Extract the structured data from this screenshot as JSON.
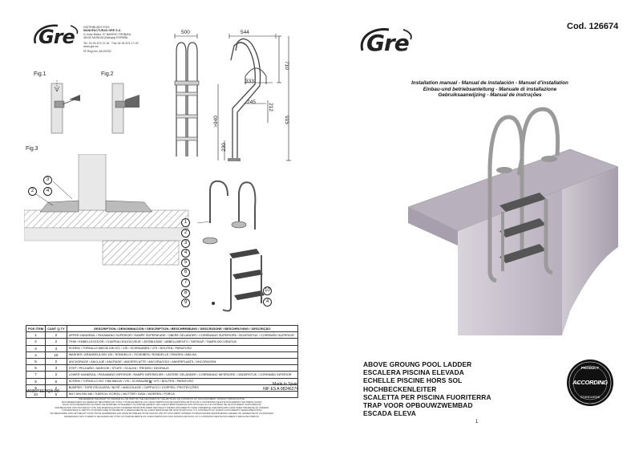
{
  "left": {
    "logo_text": "Gre",
    "company": {
      "line1": "DISTRIBUIDO POR:",
      "line2": "MANUFACTURAS GRE S.A.",
      "line3": "C/ Aritz Bidea, 57 BARRIO TROBIKA",
      "line4": "48100 MUNGIA (Bizkaia) ESPAÑA",
      "line5": "Tel. 34 94 674 11 16 · Fax 34 94 674 17 09",
      "line6": "www.gre.es",
      "line7": "Nº Reg.Ind. 48-04752"
    },
    "fig1": "Fig.1",
    "fig2": "Fig.2",
    "fig3": "Fig.3",
    "dimensions": {
      "d500": "500",
      "d544": "544",
      "d710": "710",
      "d333": "333",
      "d245": "245",
      "d212": "212",
      "d940": ">940",
      "d915": "915",
      "d230": "230"
    },
    "table_headers": {
      "pos": "POS ITEM",
      "qty": "CANT Q.TY",
      "desc": "DESCRIPTION / DENOMINACIÓN / DESCRIPTION / BESCHREIBUNG / DESCRIZIONE / BESCHRIJVING / DESCRIÇÃO"
    },
    "parts": [
      {
        "pos": "1",
        "qty": "2",
        "desc": "UPPER HANDRAIL / PASAMANO SUPERIOR / RAMPE SUPERIEURE / OBERE GELÄNDER / CORRIMANO SUPERIORE / BOVENSTUK / CORRIMÃO SUPERIOR"
      },
      {
        "pos": "2",
        "qty": "2",
        "desc": "TRIM / EMBELLECEDOR / CHAPEAU ENJOLIVEUR / ZIERBLENDE / ABBELLIMENTO / SIERKAP / TAMPA DECORATIVA"
      },
      {
        "pos": "3",
        "qty": "4",
        "desc": "SCREW / TORNILLO M6X30 DIN 571 / VIS / SCHRAUBEN / VITI / BOUTEN / PARAFUSO"
      },
      {
        "pos": "4",
        "qty": "10",
        "desc": "WASHER / ARANDELA DIN 125 / RONDELLE / SCHEIBEN / RONDELLE / RINGEN / ANILHA"
      },
      {
        "pos": "5",
        "qty": "2",
        "desc": "ANCHORAGE / ANCLAJE / ANCRAGE / ANKERPLATTE / ANCORAGGIO / ANKERPLAATS / ANCORAGEM"
      },
      {
        "pos": "6",
        "qty": "3",
        "desc": "STEP / PELDAÑO / MARCHE / STUFE / SCALINI / TREDEN / DEGRAUS"
      },
      {
        "pos": "7",
        "qty": "2",
        "desc": "LOWER HANDRAIL / PASAMANO INFERIOR / RAMPE INFERIEURE / UNTERE GELÄNDER / CORRIMANO INFERIORE / ONDERSTUK / CORRIMÃO INFERIOR"
      },
      {
        "pos": "8",
        "qty": "6",
        "desc": "SCREW / TORNILLO ISO 7380 M8X40 / VIS / SCHRAUBEN / VITI / BOUTEN / PARAFUSO"
      },
      {
        "pos": "9",
        "qty": "2",
        "desc": "BUMPER / TOPE ESCALERA / BUTÉ / ANSCHLAGE / CAPPUCCI / DOPPEN / PROTECÇÕES"
      },
      {
        "pos": "10",
        "qty": "6",
        "desc": "NUT DIN 934 M8 / TUERCA / ECROU / MUTTER / DADI / MOEREN / PORCA"
      }
    ],
    "doc_code": "M03071E2Q3-00",
    "page_number": "4",
    "made_in": "Made in Spain",
    "nif": "NIF ES A 08246274",
    "disclaimer": [
      "WE RESERVE THE RIGHT TO CHANGE ALL OR PART OF THE FEATURES OF THE ARTICLES OR CONTENTS OF THIS DOCUMENT, WITHOUT PRIOR NOTICE.",
      "NOS RESERVAMOS EL DERECHO DE MODIFICAR TOTAL O PARCIALMENTE LAS CARACTERÍSTICAS DE NUESTROS ARTÍCULOS O CONTENIDO DE ESTE DOCUMENTO SIN PREVIO AVISO.",
      "NOUS NOUS RÉSERVONS LE DROIT DE MODIFIER TOTALEMENT OU PARTIELLEMENT LES CARACTÉRISTIQUES DE NOS ARTICLES OU LE CONTENU DE CE DOCUMENT SANS PRÉAVIS.",
      "WIR BEHALTEN UNS DAS RECHT VOR, DIE EIGENSCHAFTEN UNSERER PRODUKTE ODER DEN INHALT DIESES DOKUMENTS OHNE VORHERIGE ANKÜNDIGUNG GANZ ODER TEILWEISE ZU ÄNDERN.",
      "CI RISERVIAMO IL DIRITTO DI MODIFICARE TOTALMENTE O PARZIALMENTE LE CARATTERISTICHE DEI NOSTRI ARTICOLI O IL CONTENUTO DI QUESTO DOCUMENTO SENZA PREAVVISO.",
      "WIJ BEHOUDEN ONS HET RECHT VOOR OM DE KENMERKEN VAN ONZE ARTIKELEN OF DE INHOUD VAN DIT DOCUMENT ZONDER VOORAFGAANDE KENNISGEVING GEHEEL OF GEDEELTELIJK TE WIJZIGEN.",
      "RESERVAMO-NOS O DIREITO DE MODIFICAR TOTAL OU PARCIALMENTE AS CARACTERÍSTICAS DOS NOSSOS ARTIGOS OU O CONTEÚDO DESTE DOCUMENTO SEM AVISO PRÉVIO."
    ]
  },
  "right": {
    "code": "Cod. 126674",
    "logo_text": "Gre",
    "titles": [
      "Installation manual  -  Manual de instalación - Manuel d'installation",
      "Einbau-und betriebsanleitung - Manuale di installazione",
      "Gebruiksaanwijzing - Manual de instruções"
    ],
    "product_names": [
      "ABOVE GROUNG POOL LADDER",
      "ESCALERA PISCINA ELEVADA",
      "ECHELLE PISCINE HORS SOL",
      "HOCHBECKENLEITER",
      "SCALETTA PER PISCINA FUORITERRA",
      "TRAP VOOR OPBOUWZWEMBAD",
      "ESCADA ELEVA"
    ],
    "seal": {
      "top": "PRODUCT",
      "middle": "ACCORDING",
      "bottom": "STANDARDS"
    },
    "page_number": "1"
  }
}
